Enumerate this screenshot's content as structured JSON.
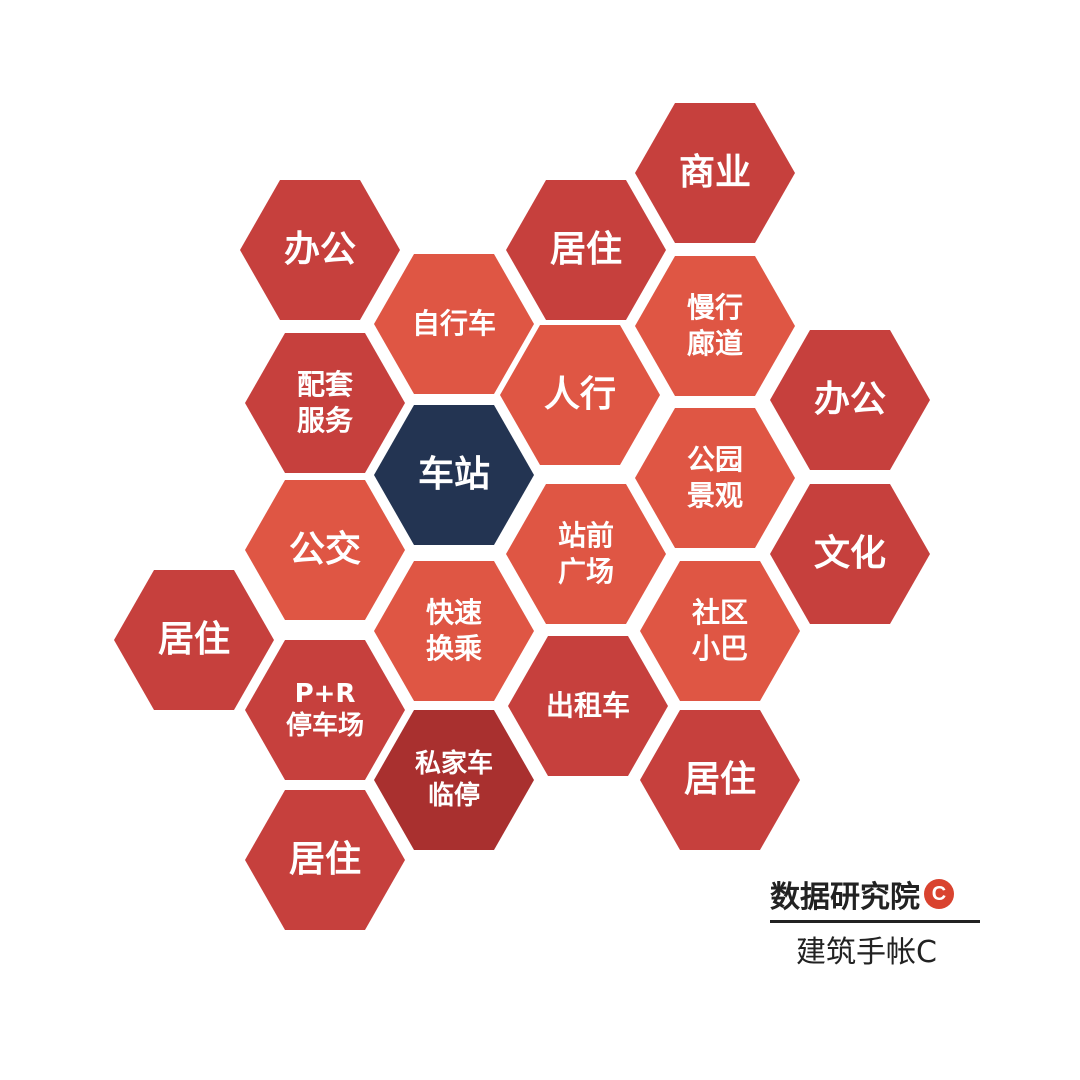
{
  "cells": [
    {
      "id": "shangye",
      "lines": [
        "商业"
      ],
      "tone": "outer"
    },
    {
      "id": "bangong-left",
      "lines": [
        "办公"
      ],
      "tone": "outer"
    },
    {
      "id": "juzhu-top",
      "lines": [
        "居住"
      ],
      "tone": "outer"
    },
    {
      "id": "zixingche",
      "lines": [
        "自行车"
      ],
      "tone": "inner"
    },
    {
      "id": "manxing",
      "lines": [
        "慢行",
        "廊道"
      ],
      "tone": "inner"
    },
    {
      "id": "peitao",
      "lines": [
        "配套",
        "服务"
      ],
      "tone": "outer"
    },
    {
      "id": "renxing",
      "lines": [
        "人行"
      ],
      "tone": "inner"
    },
    {
      "id": "bangong-right",
      "lines": [
        "办公"
      ],
      "tone": "outer"
    },
    {
      "id": "chezhan",
      "lines": [
        "车站"
      ],
      "tone": "center"
    },
    {
      "id": "gongyuan",
      "lines": [
        "公园",
        "景观"
      ],
      "tone": "inner"
    },
    {
      "id": "gongjiao",
      "lines": [
        "公交"
      ],
      "tone": "inner"
    },
    {
      "id": "zhanqian",
      "lines": [
        "站前",
        "广场"
      ],
      "tone": "inner"
    },
    {
      "id": "wenhua",
      "lines": [
        "文化"
      ],
      "tone": "outer"
    },
    {
      "id": "juzhu-left",
      "lines": [
        "居住"
      ],
      "tone": "outer"
    },
    {
      "id": "kuaisu",
      "lines": [
        "快速",
        "换乘"
      ],
      "tone": "inner"
    },
    {
      "id": "shequ",
      "lines": [
        "社区",
        "小巴"
      ],
      "tone": "inner"
    },
    {
      "id": "pr",
      "lines": [
        "P+R",
        "停车场"
      ],
      "tone": "outer"
    },
    {
      "id": "chuzuche",
      "lines": [
        "出租车"
      ],
      "tone": "outer"
    },
    {
      "id": "sijiache",
      "lines": [
        "私家车",
        "临停"
      ],
      "tone": "dark"
    },
    {
      "id": "juzhu-right",
      "lines": [
        "居住"
      ],
      "tone": "outer"
    },
    {
      "id": "juzhu-bottom",
      "lines": [
        "居住"
      ],
      "tone": "outer"
    }
  ],
  "watermark": {
    "title": "数据研究院",
    "badge": "C",
    "subtitle": "建筑手帐C"
  }
}
